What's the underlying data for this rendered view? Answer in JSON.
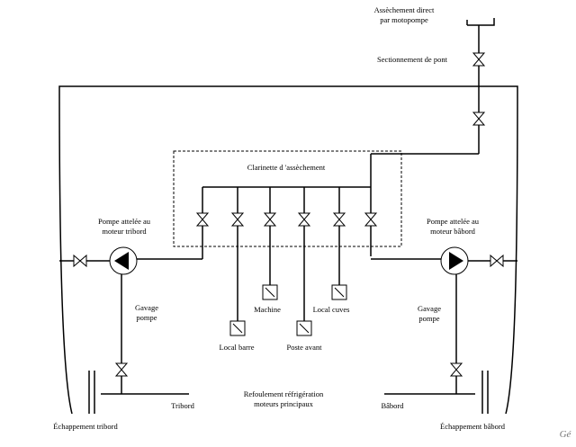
{
  "labels": {
    "direct_1": "Assèchement direct",
    "direct_2": "par motopompe",
    "sectionnement": "Sectionnement de pont",
    "clarinette": "Clarinette d 'assèchement",
    "pompe_tribord_1": "Pompe attelée au",
    "pompe_tribord_2": "moteur tribord",
    "pompe_babord_1": "Pompe attelée au",
    "pompe_babord_2": "moteur bâbord",
    "gavage_left_1": "Gavage",
    "gavage_left_2": "pompe",
    "gavage_right_1": "Gavage",
    "gavage_right_2": "pompe",
    "machine": "Machine",
    "local_cuves": "Local cuves",
    "local_barre": "Local barre",
    "poste_avant": "Poste avant",
    "refoulement_1": "Refoulement réfrigération",
    "refoulement_2": "moteurs principaux",
    "tribord": "Tribord",
    "babord": "Bâbord",
    "echappement_tribord": "Échappement tribord",
    "echappement_babord": "Échappement bâbord",
    "signature": "Gé"
  }
}
